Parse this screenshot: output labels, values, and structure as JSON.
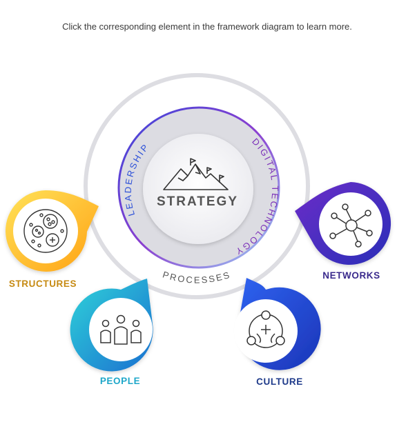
{
  "instruction": "Click the corresponding element in the framework diagram to learn more.",
  "center": {
    "title": "STRATEGY",
    "icon": "mountain-flags-icon"
  },
  "ring_labels": {
    "leadership": "LEADERSHIP",
    "digital_technology": "DIGITAL TECHNOLOGY",
    "processes": "PROCESSES"
  },
  "nodes": {
    "structures": {
      "label": "STRUCTURES",
      "icon": "cells-icon",
      "color": "#C68A12"
    },
    "people": {
      "label": "PEOPLE",
      "icon": "people-group-icon",
      "color": "#1EA7C9"
    },
    "culture": {
      "label": "CULTURE",
      "icon": "people-puzzle-icon",
      "color": "#1E3A8A"
    },
    "networks": {
      "label": "NETWORKS",
      "icon": "network-hub-icon",
      "color": "#3A2A8C"
    }
  },
  "colors": {
    "leadership": "#2B4FD8",
    "digital_technology": "#7A2FB8",
    "processes": "#555555",
    "outer_ring": "#DDDDE2"
  }
}
